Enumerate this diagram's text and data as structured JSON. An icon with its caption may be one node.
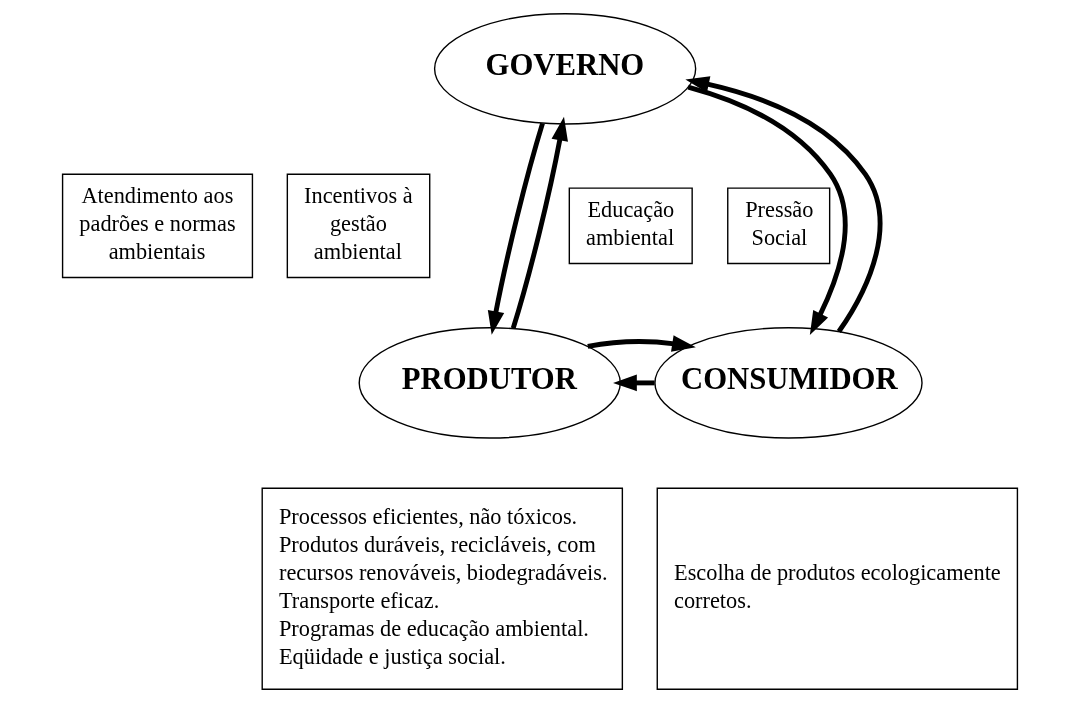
{
  "diagram": {
    "nodes": [
      {
        "text": [
          "GOVERNO"
        ]
      },
      {
        "text": [
          "Atendimento aos padrões e normas ambientais"
        ]
      },
      {
        "text": [
          "Pressão Social"
        ]
      },
      {
        "text": [
          "Incentivos à gestão ambiental"
        ]
      },
      {
        "text": [
          "Educação ambiental"
        ]
      },
      {
        "text": [
          "PRODUTOR"
        ]
      },
      {
        "text": [
          "CONSUMIDOR"
        ]
      },
      {
        "text": [
          "Processos eficientes, não tóxicos.",
          "Produtos duráveis, recicláveis, com recursos renováveis, biodegradáveis.",
          "Transporte eficaz.",
          "Programas de educação ambiental.",
          "Eqüidade e justiça social."
        ]
      },
      {
        "text": [
          "Escolha de produtos ecologicamente corretos."
        ]
      }
    ],
    "edges": [
      {
        "from": 5,
        "to": 0,
        "arrow": "to"
      },
      {
        "from": 0,
        "to": 5,
        "arrow": "to"
      },
      {
        "from": 0,
        "to": 6,
        "arrow": "to"
      },
      {
        "from": 6,
        "to": 0,
        "arrow": "to"
      },
      {
        "from": 6,
        "to": 5,
        "arrow": "to"
      },
      {
        "from": 5,
        "to": 6,
        "arrow": "to"
      }
    ]
  }
}
